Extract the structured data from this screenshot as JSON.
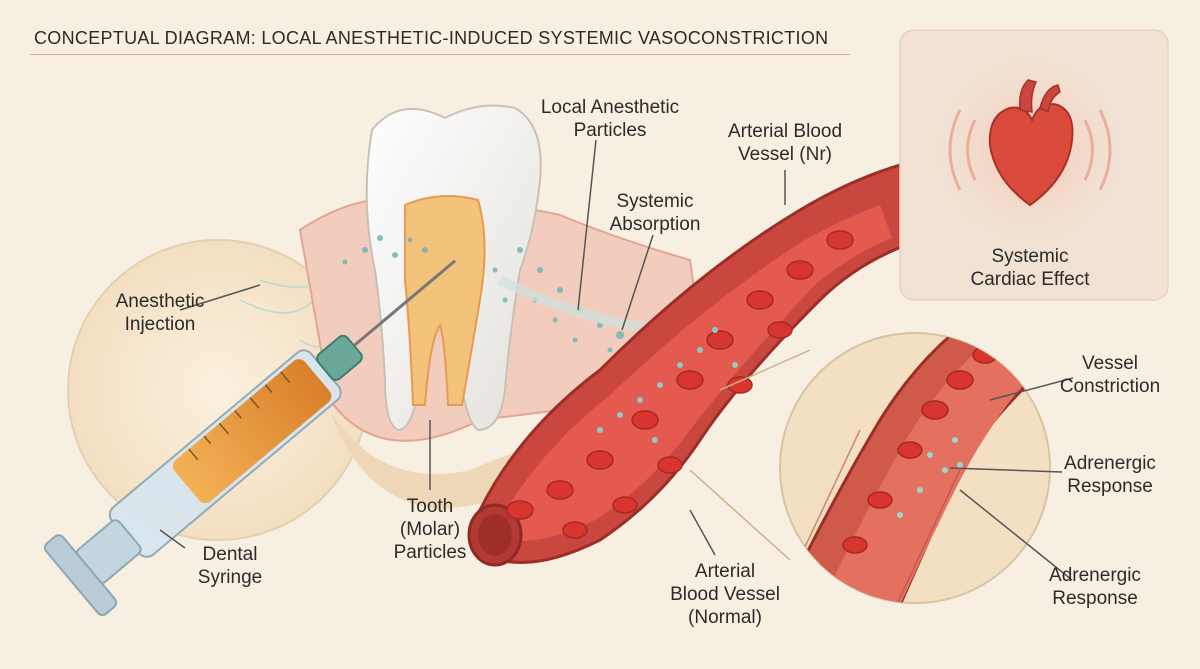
{
  "title": "CONCEPTUAL DIAGRAM: LOCAL ANESTHETIC-INDUCED SYSTEMIC VASOCONSTRICTION",
  "labels": {
    "local_anesthetic": [
      "Local Anesthetic",
      "Particles"
    ],
    "arterial_nr": [
      "Arterial Blood",
      "Vessel (Nr)"
    ],
    "systemic_absorption": [
      "Systemic",
      "Absorption"
    ],
    "anesthetic_injection": [
      "Anesthetic",
      "Injection"
    ],
    "tooth": [
      "Tooth",
      "(Molar)",
      "Particles"
    ],
    "dental_syringe": [
      "Dental",
      "Syringe"
    ],
    "arterial_normal": [
      "Arterial",
      "Blood Vessel",
      "(Normal)"
    ],
    "systemic_cardiac": [
      "Systemic",
      "Cardiac Effect"
    ],
    "vessel_constriction": [
      "Vessel",
      "Constriction"
    ],
    "adrenergic_1": [
      "Adrenergic",
      "Response"
    ],
    "adrenergic_2": [
      "Adrenergic",
      "Response"
    ]
  },
  "icons": [
    "heart-icon",
    "syringe-icon",
    "tooth-icon",
    "blood-vessel-icon"
  ],
  "colors": {
    "background": "#f7f0e2",
    "vessel": "#c9473f",
    "blood_cell": "#d8352f",
    "particles": "#6fb7b3",
    "syringe_liquid": "#e89a3a",
    "heart": "#d94a3c",
    "gum": "#ecb3a6"
  }
}
